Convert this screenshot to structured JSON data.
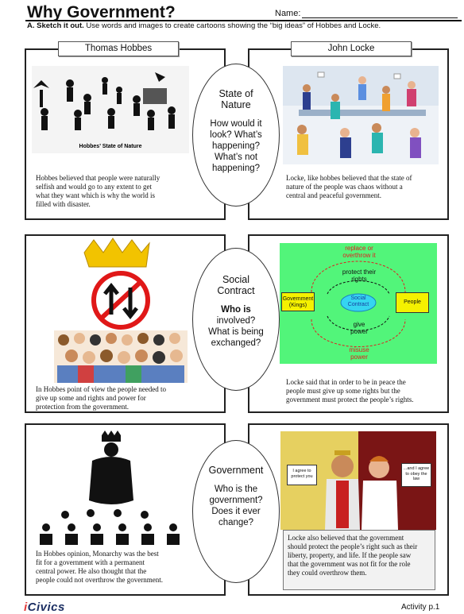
{
  "header": {
    "title": "Why Government?",
    "name_label": "Name:",
    "instruction_bold": "A. Sketch it out.",
    "instruction_text": " Use words and images to create cartoons showing  the “big ideas” of Hobbes and Locke."
  },
  "columns": {
    "left": "Thomas Hobbes",
    "right": "John Locke"
  },
  "rows": [
    {
      "oval": {
        "topic": [
          "State of",
          "Nature"
        ],
        "question": [
          "How would it",
          "look? What’s",
          "happening?",
          "What’s not",
          "happening?"
        ]
      },
      "left_image_caption": "Hobbes’ State of Nature",
      "left_text": [
        "Hobbes believed that people were naturally",
        "selfish and would go to any extent to get",
        "what they want which is why the world is",
        "filled with disaster."
      ],
      "right_text": [
        "Locke, like hobbes believed that the state of",
        "nature of the people was chaos without a",
        "central and peaceful government."
      ]
    },
    {
      "oval": {
        "topic": [
          "Social",
          "Contract"
        ],
        "question_bold": "Who is",
        "question": [
          "involved?",
          "What is being",
          "exchanged?"
        ]
      },
      "left_text": [
        "In Hobbes point of view the people needed to",
        "give up some and rights and power for",
        "protection from the government."
      ],
      "right_text": [
        "Locke said that in order to be in peace the",
        "people must give up some rights but the",
        "government must protect the people’s rights."
      ],
      "diagram": {
        "replace": [
          "replace or",
          "overthrow it"
        ],
        "protect": [
          "protect their",
          "rights"
        ],
        "government": [
          "Government",
          "(Kings)"
        ],
        "social_contract": [
          "Social",
          "Contract"
        ],
        "people": "People",
        "give": [
          "give",
          "power"
        ],
        "misuse": [
          "misuse",
          "power"
        ]
      }
    },
    {
      "oval": {
        "topic": [
          "Government"
        ],
        "question": [
          "Who is the",
          "government?",
          "Does it ever",
          "change?"
        ]
      },
      "left_text": [
        "In Hobbes opinion, Monarchy was the best",
        "fit for a government with a permanent",
        "central power. He also thought that the",
        "people could not overthrow the government."
      ],
      "right_text": [
        "Locke also believed that the government",
        "should protect the people’s right such as their",
        "liberty, property, and life. If the people saw",
        "that the government was not fit for the role",
        "they could overthrow them."
      ],
      "bubble_left": [
        "I agree to",
        "protect you"
      ],
      "bubble_right": [
        "...and I agree",
        "to obey the",
        "law"
      ]
    }
  ],
  "footer": {
    "logo_i": "i",
    "logo_rest": "Civics",
    "page": "Activity p.1"
  },
  "colors": {
    "diagram_bg": "#52f57a",
    "diagram_box": "#f5f100",
    "contract": "#35d5f0",
    "arrow_red": "#e02020",
    "logo": "#1c2f63"
  }
}
